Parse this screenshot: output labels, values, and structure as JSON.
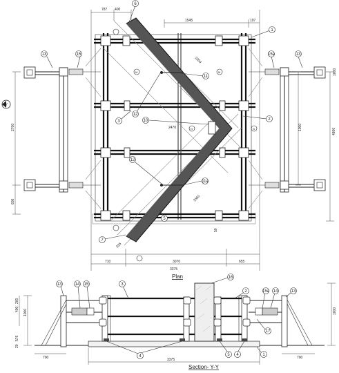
{
  "titles": {
    "plan": "Plan",
    "section": "Section- Y-Y"
  },
  "section_marker": "Y",
  "balloons": {
    "plan": [
      "6",
      "1",
      "13",
      "15",
      "15a",
      "13",
      "11",
      "3",
      "12",
      "10",
      "2",
      "12",
      "11a",
      "7",
      "5"
    ],
    "section": [
      "13",
      "14",
      "15",
      "3",
      "16",
      "2",
      "15a",
      "14",
      "13",
      "17",
      "4",
      "5",
      "4",
      "1"
    ]
  },
  "plan_dims": {
    "top_left_a": "787",
    "top_left_b": "400",
    "top_mid": "1545",
    "top_right": "197",
    "left_upper": "2700",
    "left_lower": "600",
    "right_total": "4800",
    "right_upper": "1000",
    "right_small": "1000",
    "diag_upper": "2350",
    "diag_lower": "2550",
    "inner_2470": "2470",
    "small_50": "50",
    "small_325": "325",
    "bottom_left": "710",
    "bottom_mid": "3070",
    "bottom_right": "655",
    "bottom_total": "3375"
  },
  "section_dims": {
    "left_1000": "1000",
    "left_400": "400",
    "left_200": "200",
    "left_576": "576",
    "left_20": "20",
    "right_1000": "1000",
    "bottom_left": "700",
    "bottom_total": "3375",
    "bottom_right": "700"
  }
}
